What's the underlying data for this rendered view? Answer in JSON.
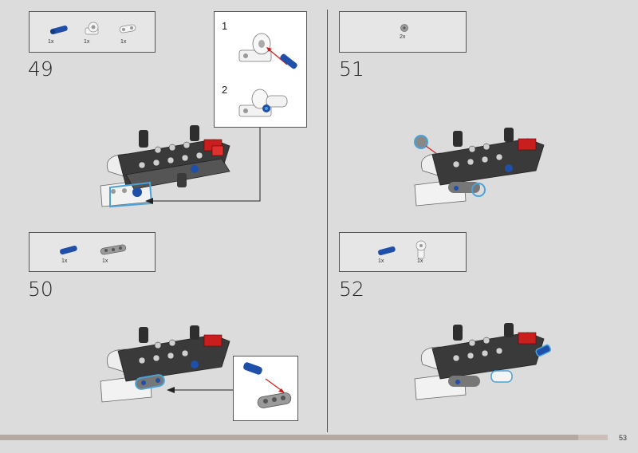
{
  "page": {
    "number": "53",
    "progress": 0.952
  },
  "steps": [
    {
      "number": "49",
      "parts": [
        {
          "icon": "blue-axle-pin-icon",
          "qty": "1x"
        },
        {
          "icon": "white-angle-connector-icon",
          "qty": "1x"
        },
        {
          "icon": "white-beam-icon",
          "qty": "1x"
        }
      ],
      "callout": {
        "substeps": [
          "1",
          "2"
        ]
      }
    },
    {
      "number": "50",
      "parts": [
        {
          "icon": "blue-axle-pin-icon",
          "qty": "1x"
        },
        {
          "icon": "gray-beam-icon",
          "qty": "1x"
        }
      ]
    },
    {
      "number": "51",
      "parts": [
        {
          "icon": "gray-bush-icon",
          "qty": "2x"
        }
      ]
    },
    {
      "number": "52",
      "parts": [
        {
          "icon": "blue-axle-pin-icon",
          "qty": "1x"
        },
        {
          "icon": "white-axle-connector-icon",
          "qty": "1x"
        }
      ]
    }
  ],
  "colors": {
    "background": "#dcdcdc",
    "highlight": "#4aa3d8",
    "arrow": "#d11a1a",
    "pin": "#1f4fa8"
  }
}
